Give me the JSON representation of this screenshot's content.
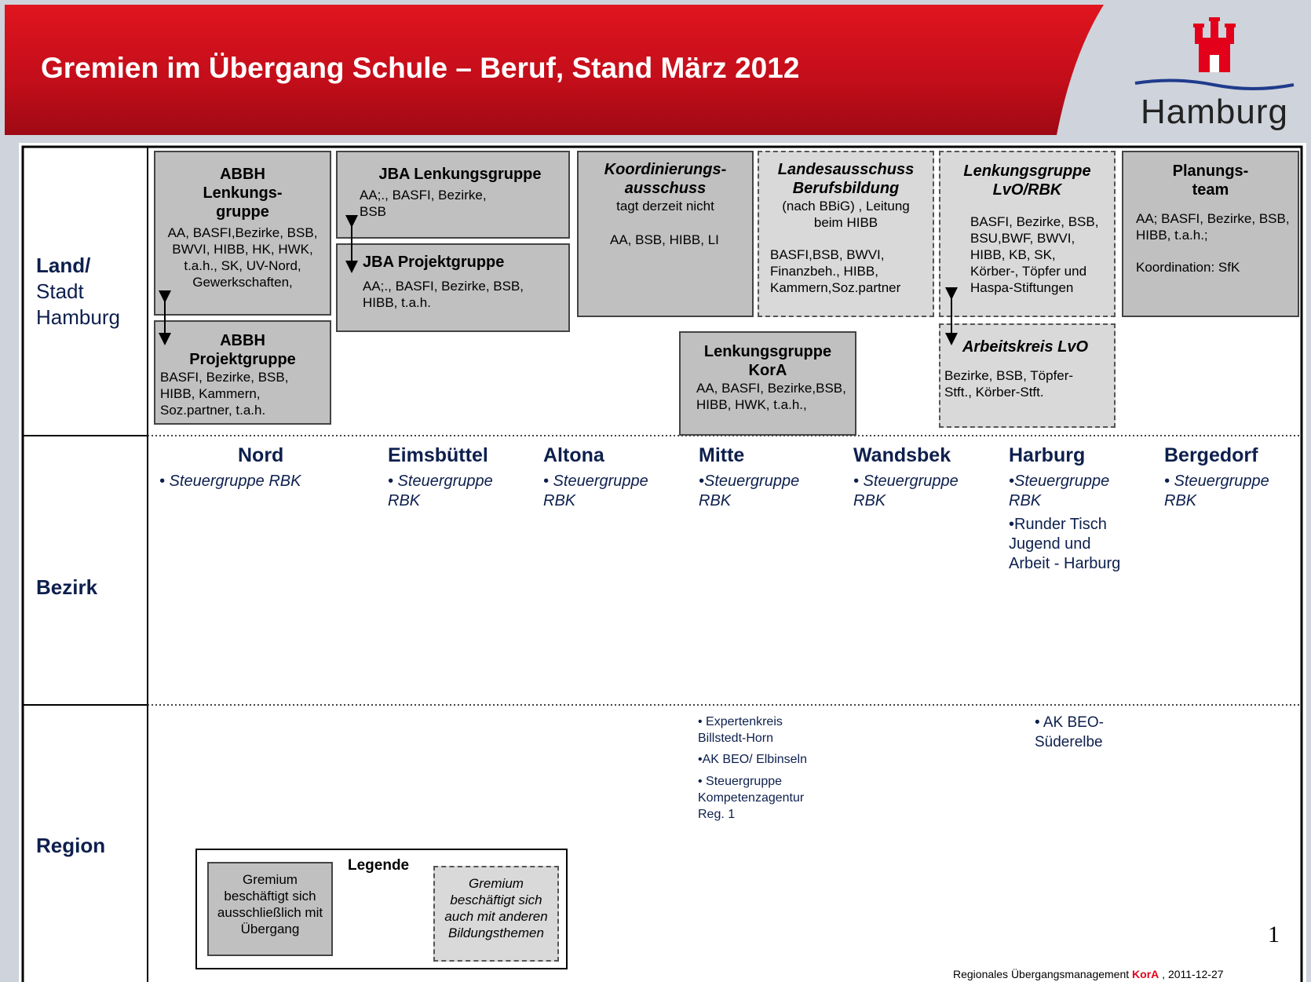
{
  "header": {
    "title": "Gremien im Übergang Schule – Beruf, Stand März 2012",
    "logo_text": "Hamburg"
  },
  "rows": {
    "land_1": "Land/",
    "land_2": "Stadt",
    "land_3": "Hamburg",
    "bezirk": "Bezirk",
    "region": "Region"
  },
  "boxes": {
    "abbh_lenk": {
      "title": "ABBH Lenkungs-gruppe",
      "members": "AA, BASFI,Bezirke, BSB, BWVI, HIBB, HK, HWK, t.a.h., SK, UV-Nord, Gewerkschaften,"
    },
    "abbh_proj": {
      "title": "ABBH Projektgruppe",
      "members": "BASFI, Bezirke, BSB, HIBB, Kammern, Soz.partner, t.a.h."
    },
    "jba_lenk": {
      "title": "JBA Lenkungsgruppe",
      "members": "AA;., BASFI, Bezirke, BSB"
    },
    "jba_proj": {
      "title": "JBA Projektgruppe",
      "members": "AA;., BASFI, Bezirke, BSB, HIBB, t.a.h."
    },
    "koord": {
      "title": "Koordinierungs-ausschuss",
      "note": "tagt derzeit nicht",
      "members": "AA, BSB, HIBB, LI"
    },
    "landes": {
      "title": "Landesausschuss Berufsbildung",
      "note": "(nach BBiG) , Leitung beim HIBB",
      "members": "BASFI,BSB, BWVI, Finanzbeh., HIBB, Kammern,Soz.partner"
    },
    "lvo": {
      "title": "Lenkungsgruppe LvO/RBK",
      "members": "BASFI, Bezirke, BSB, BSU,BWF, BWVI, HIBB, KB, SK, Körber-, Töpfer und Haspa-Stiftungen"
    },
    "planung": {
      "title": "Planungs-team",
      "members": "AA; BASFI, Bezirke, BSB, HIBB, t.a.h.;",
      "note": "Koordination: SfK"
    },
    "kora": {
      "title": "Lenkungsgruppe KorA",
      "members": "AA, BASFI, Bezirke,BSB, HIBB, HWK, t.a.h.,"
    },
    "ak_lvo": {
      "title": "Arbeitskreis LvO",
      "members": "Bezirke, BSB, Töpfer-Stft., Körber-Stft."
    }
  },
  "districts": [
    {
      "name": "Nord",
      "item": "• Steuergruppe RBK"
    },
    {
      "name": "Eimsbüttel",
      "item": "• Steuergruppe RBK"
    },
    {
      "name": "Altona",
      "item": "• Steuergruppe RBK"
    },
    {
      "name": "Mitte",
      "item": "•Steuergruppe RBK"
    },
    {
      "name": "Wandsbek",
      "item": "• Steuergruppe RBK"
    },
    {
      "name": "Harburg",
      "item": "•Steuergruppe RBK",
      "extra": "•Runder Tisch Jugend und Arbeit - Harburg"
    },
    {
      "name": "Bergedorf",
      "item": "• Steuergruppe RBK"
    }
  ],
  "region": {
    "mitte_1": "• Expertenkreis Billstedt-Horn",
    "mitte_2": "•AK BEO/ Elbinseln",
    "mitte_3": "• Steuergruppe Kompetenzagentur Reg. 1",
    "harburg_1": "• AK BEO-Süderelbe"
  },
  "legend": {
    "title": "Legende",
    "solid": "Gremium beschäftigt sich ausschließlich mit Übergang",
    "dashed": "Gremium beschäftigt sich auch mit anderen Bildungsthemen"
  },
  "footer": {
    "page": "1",
    "source_prefix": "Regionales Übergangsmanagement ",
    "source_brand": "KorA",
    "source_suffix": " , 2011-12-27"
  },
  "colors": {
    "header_red": "#c8102e",
    "text_navy": "#0d1f4d",
    "brand_red": "#e2001a",
    "box_gray": "#c0c0c0",
    "box_light": "#d9d9d9"
  }
}
